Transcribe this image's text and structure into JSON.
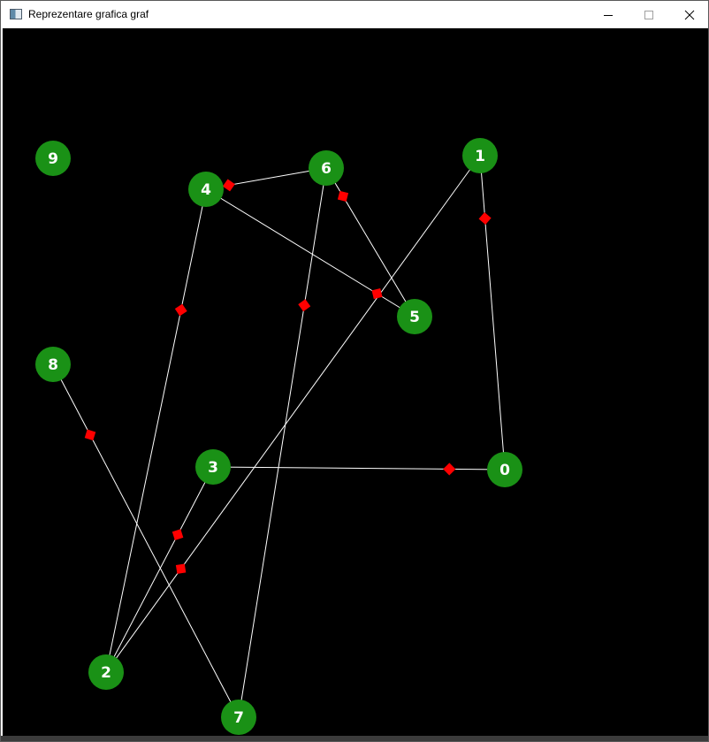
{
  "window": {
    "title": "Reprezentare grafica graf",
    "icon": "app-window-icon",
    "controls": {
      "minimize_icon": "minimize-icon",
      "maximize_icon": "maximize-icon",
      "close_icon": "close-icon"
    }
  },
  "graph": {
    "background_color": "#000000",
    "node_color": "#1a9116",
    "edge_color": "#ffffff",
    "marker_color": "#ff0000",
    "label_color": "#ffffff",
    "nodes": [
      {
        "id": "0",
        "label": "0"
      },
      {
        "id": "1",
        "label": "1"
      },
      {
        "id": "2",
        "label": "2"
      },
      {
        "id": "3",
        "label": "3"
      },
      {
        "id": "4",
        "label": "4"
      },
      {
        "id": "5",
        "label": "5"
      },
      {
        "id": "6",
        "label": "6"
      },
      {
        "id": "7",
        "label": "7"
      },
      {
        "id": "8",
        "label": "8"
      },
      {
        "id": "9",
        "label": "9"
      }
    ],
    "edges": [
      {
        "from": "6",
        "to": "4"
      },
      {
        "from": "6",
        "to": "5"
      },
      {
        "from": "6",
        "to": "7"
      },
      {
        "from": "4",
        "to": "5"
      },
      {
        "from": "4",
        "to": "2"
      },
      {
        "from": "1",
        "to": "0"
      },
      {
        "from": "1",
        "to": "2"
      },
      {
        "from": "3",
        "to": "0"
      },
      {
        "from": "3",
        "to": "2"
      },
      {
        "from": "8",
        "to": "7"
      }
    ]
  }
}
